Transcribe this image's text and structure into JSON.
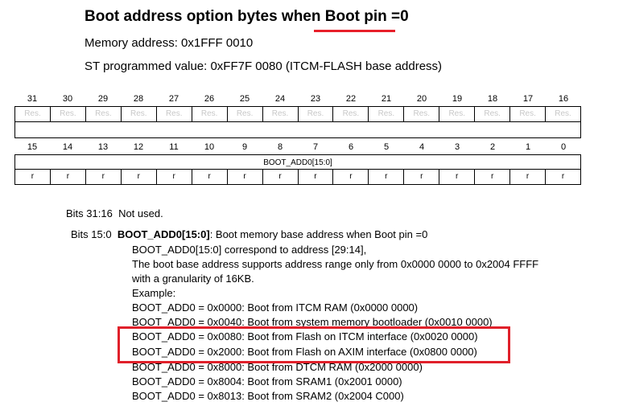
{
  "header": {
    "title": "Boot address option bytes when Boot pin =0",
    "memory_address": "Memory address: 0x1FFF 0010",
    "st_programmed_value": "ST programmed value: 0xFF7F 0080 (ITCM-FLASH base address)"
  },
  "register": {
    "upper_bits": [
      "31",
      "30",
      "29",
      "28",
      "27",
      "26",
      "25",
      "24",
      "23",
      "22",
      "21",
      "20",
      "19",
      "18",
      "17",
      "16"
    ],
    "upper_cells": [
      "Res.",
      "Res.",
      "Res.",
      "Res.",
      "Res.",
      "Res.",
      "Res.",
      "Res.",
      "Res.",
      "Res.",
      "Res.",
      "Res.",
      "Res.",
      "Res.",
      "Res.",
      "Res."
    ],
    "lower_bits": [
      "15",
      "14",
      "13",
      "12",
      "11",
      "10",
      "9",
      "8",
      "7",
      "6",
      "5",
      "4",
      "3",
      "2",
      "1",
      "0"
    ],
    "field_name": "BOOT_ADD0[15:0]",
    "access": [
      "r",
      "r",
      "r",
      "r",
      "r",
      "r",
      "r",
      "r",
      "r",
      "r",
      "r",
      "r",
      "r",
      "r",
      "r",
      "r"
    ]
  },
  "description": {
    "bits_31_16": {
      "label": "Bits 31:16",
      "text": "Not used."
    },
    "bits_15_0": {
      "label": "Bits 15:0",
      "field": "BOOT_ADD0[15:0]",
      "text": ": Boot memory base address when Boot pin =0",
      "lines": [
        "BOOT_ADD0[15:0] correspond to address [29:14],",
        "The boot base address supports address range only from 0x0000 0000 to 0x2004 FFFF",
        "with a granularity of 16KB.",
        "Example:",
        "BOOT_ADD0 = 0x0000: Boot from ITCM RAM (0x0000 0000)",
        "BOOT_ADD0 = 0x0040: Boot from system memory bootloader (0x0010 0000)",
        "BOOT_ADD0 = 0x0080: Boot from Flash on ITCM interface (0x0020 0000)",
        "BOOT_ADD0 = 0x2000: Boot from Flash on AXIM interface (0x0800 0000)",
        "BOOT_ADD0 = 0x8000: Boot from DTCM RAM (0x2000 0000)",
        "BOOT_ADD0 = 0x8004: Boot from SRAM1 (0x2001 0000)",
        "BOOT_ADD0 = 0x8013: Boot from SRAM2 (0x2004 C000)"
      ]
    }
  },
  "annotations": {
    "highlight_color": "#e0202a"
  }
}
